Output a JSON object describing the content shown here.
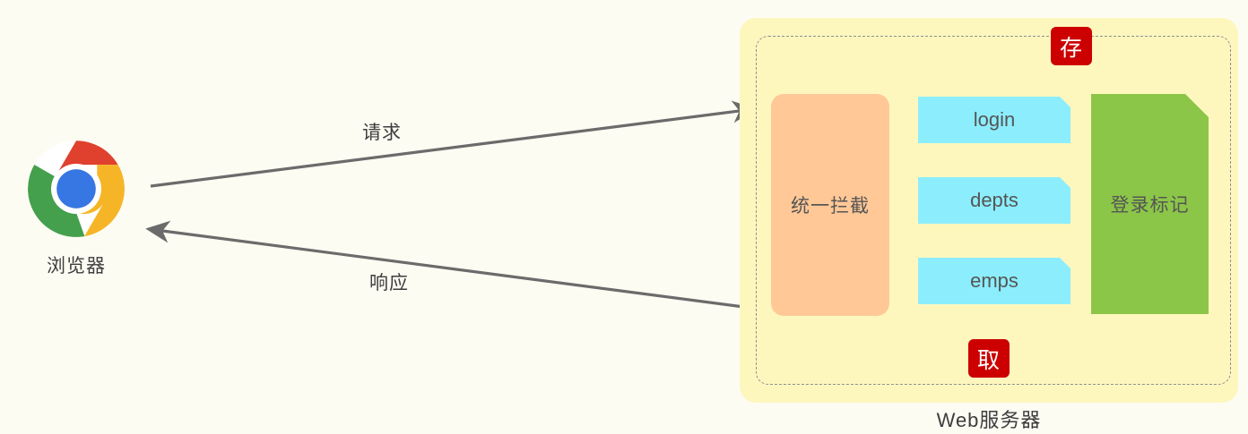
{
  "diagram": {
    "title_caption": "Web服务器",
    "background_color": "#fdfcf3"
  },
  "browser": {
    "icon": "chrome-browser-icon",
    "label": "浏览器"
  },
  "edges": [
    {
      "id": "request",
      "label": "请求",
      "color": "#6b6b6b",
      "direction": "browser-to-server"
    },
    {
      "id": "response",
      "label": "响应",
      "color": "#6b6b6b",
      "direction": "server-to-browser"
    }
  ],
  "server": {
    "caption": "Web服务器",
    "container_color": "#fdf7be",
    "interceptor": {
      "label": "统一拦截",
      "color": "#ffc896"
    },
    "endpoints": [
      {
        "label": "login",
        "color": "#8ceefd"
      },
      {
        "label": "depts",
        "color": "#8ceefd"
      },
      {
        "label": "emps",
        "color": "#8ceefd"
      }
    ],
    "store": {
      "label": "登录标记",
      "color": "#8cc648"
    },
    "badges": [
      {
        "id": "store-badge",
        "label": "存",
        "color": "#cc0000"
      },
      {
        "id": "fetch-badge",
        "label": "取",
        "color": "#cc0000"
      }
    ]
  }
}
